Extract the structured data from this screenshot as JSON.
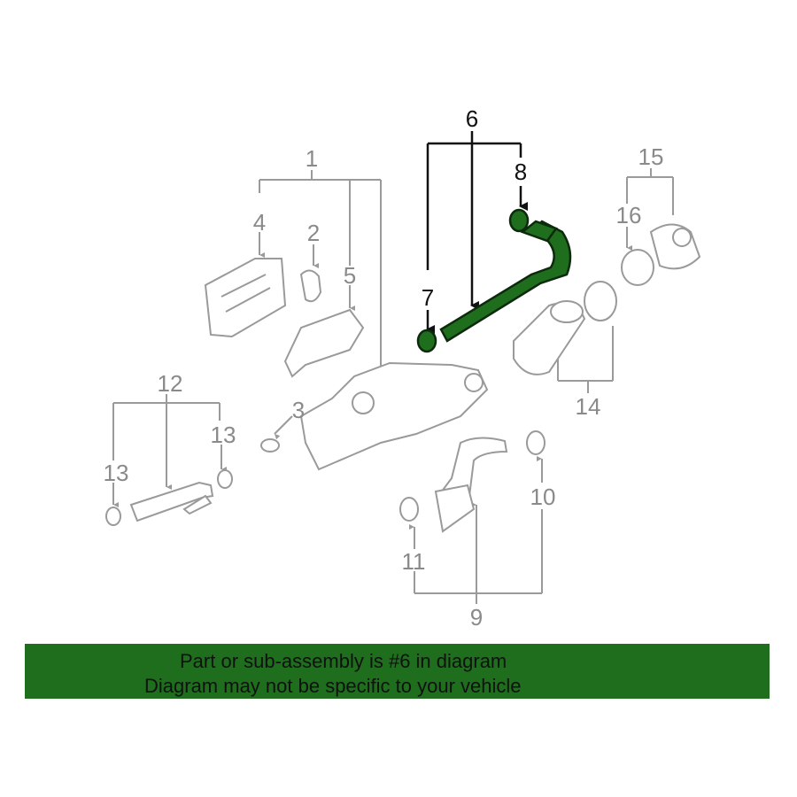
{
  "callouts": {
    "c1": "1",
    "c2": "2",
    "c3": "3",
    "c4": "4",
    "c5": "5",
    "c6": "6",
    "c7": "7",
    "c8": "8",
    "c9": "9",
    "c10": "10",
    "c11": "11",
    "c12": "12",
    "c13a": "13",
    "c13b": "13",
    "c14": "14",
    "c15": "15",
    "c16": "16"
  },
  "highlighted_part": "6",
  "colors": {
    "highlight": "#1e6e1e",
    "line": "#9a9a9a"
  },
  "banner": {
    "line1": "Part or sub-assembly is #6 in diagram",
    "line2": "Diagram may not be specific to your vehicle"
  }
}
